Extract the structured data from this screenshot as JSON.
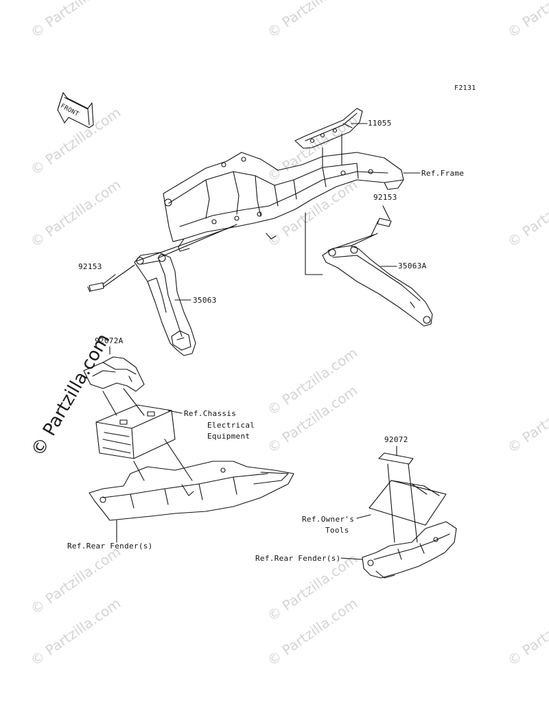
{
  "figure_code": "F2131",
  "front_label": "FRONT",
  "watermark_text": "© Partzilla.com",
  "watermark_color": "#d4d4d4",
  "line_color": "#111111",
  "parts": {
    "p11055": "11055",
    "ref_frame": "Ref.Frame",
    "p92153_right": "92153",
    "p92153_left": "92153",
    "p35063a": "35063A",
    "p35063": "35063",
    "p92072a": "92072A",
    "ref_chassis_1": "Ref.Chassis",
    "ref_chassis_2": "Electrical",
    "ref_chassis_3": "Equipment",
    "p92072": "92072",
    "ref_owners_1": "Ref.Owner's",
    "ref_owners_2": "Tools",
    "ref_rear_fender_left": "Ref.Rear Fender(s)",
    "ref_rear_fender_right": "Ref.Rear Fender(s)"
  }
}
